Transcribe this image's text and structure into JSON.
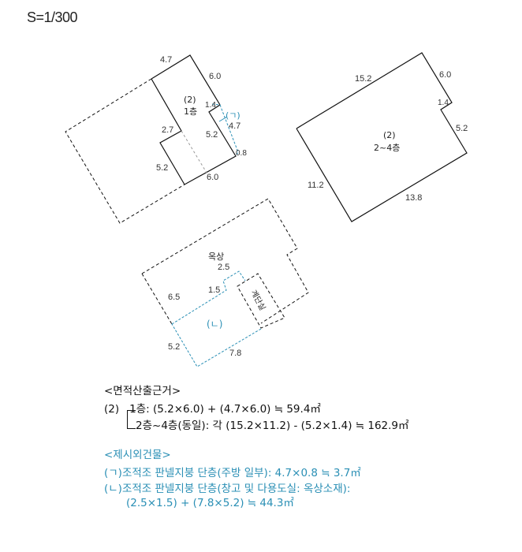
{
  "scale": "S=1/300",
  "floor1": {
    "label_id": "(2)",
    "label_floor": "1층",
    "dims": [
      "4.7",
      "6.0",
      "1.4",
      "5.2",
      "0.8",
      "6.0",
      "5.2",
      "2.7",
      "4.7"
    ],
    "annex_label": "(ㄱ)"
  },
  "floor2_4": {
    "label_id": "(2)",
    "label_floor": "2~4층",
    "dims": [
      "15.2",
      "6.0",
      "1.4",
      "5.2",
      "13.8",
      "11.2"
    ]
  },
  "rooftop": {
    "roof_label": "옥상",
    "stair_label": "계단실",
    "annex_label": "(ㄴ)",
    "dims": [
      "2.5",
      "1.5",
      "6.5",
      "5.2",
      "7.8"
    ]
  },
  "area_basis": {
    "title": "<면적산출근거>",
    "building_id": "(2)",
    "line1": "1층: (5.2×6.0) + (4.7×6.0) ≒ 59.4㎡",
    "line2": "2층~4층(동일): 각 (15.2×11.2) - (5.2×1.4) ≒ 162.9㎡"
  },
  "excluded_buildings": {
    "title": "<제시외건물>",
    "item1": "(ㄱ)조적조 판넬지붕 단층(주방 일부): 4.7×0.8 ≒ 3.7㎡",
    "item2_line1": "(ㄴ)조적조 판넬지붕 단층(창고 및 다용도실: 옥상소재):",
    "item2_line2": "(2.5×1.5) + (7.8×5.2) ≒ 44.3㎡"
  },
  "colors": {
    "line": "#111111",
    "annex": "#2a8fb5",
    "hidden": "#aaaaaa"
  }
}
